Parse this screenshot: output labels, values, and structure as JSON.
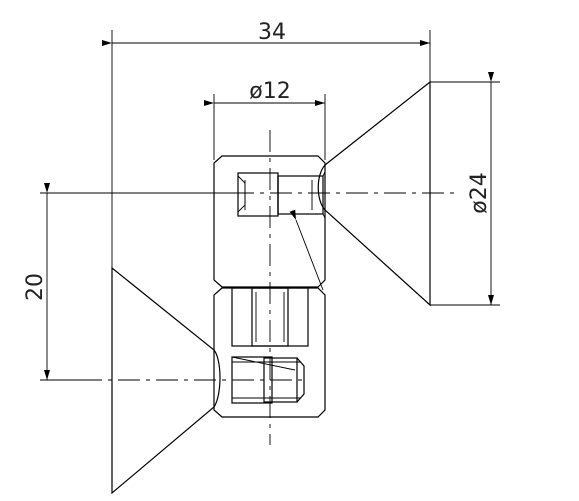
{
  "dimensions": {
    "overall_width": "34",
    "small_diameter": "ø12",
    "large_diameter": "ø24",
    "height_offset": "20"
  }
}
